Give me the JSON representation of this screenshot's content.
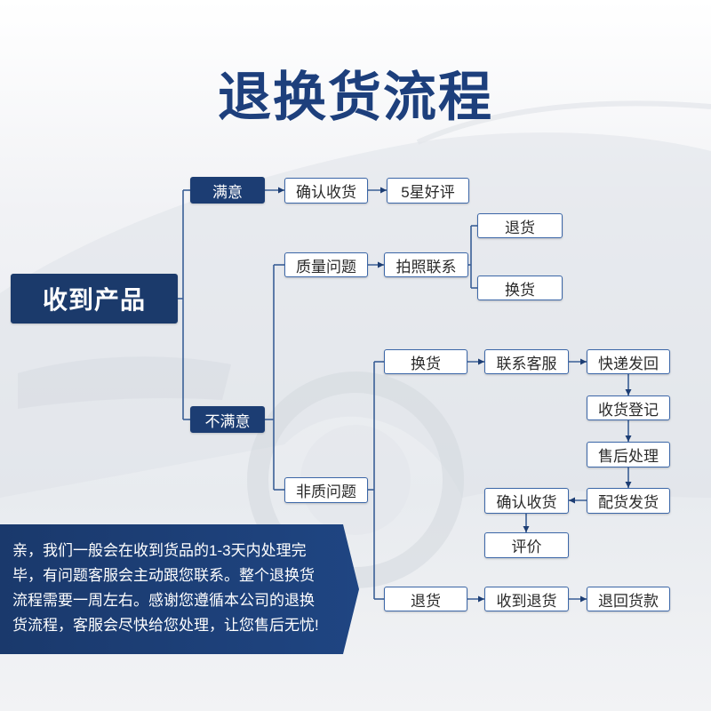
{
  "title": "退换货流程",
  "colors": {
    "title_blue": "#1d3f7c",
    "navy": "#1c3d73",
    "box_border": "#3c67a8",
    "connector": "#3a5f96",
    "box_text": "#2a2a2a",
    "background": "#eef0f3"
  },
  "nodes": {
    "received_product": "收到产品",
    "satisfied": "满意",
    "confirm_receipt_1": "确认收货",
    "five_star_review": "5星好评",
    "quality_issue": "质量问题",
    "photo_contact": "拍照联系",
    "return_1": "退货",
    "exchange_1": "换货",
    "unsatisfied": "不满意",
    "non_quality_issue": "非质问题",
    "exchange_2": "换货",
    "contact_service": "联系客服",
    "express_return": "快递发回",
    "receipt_registration": "收货登记",
    "after_sales_processing": "售后处理",
    "ship_goods": "配货发货",
    "confirm_receipt_2": "确认收货",
    "review": "评价",
    "return_2": "退货",
    "receive_return": "收到退货",
    "refund": "退回货款"
  },
  "note": {
    "lines": [
      "亲，我们一般会在收到货品的1-3天内处理完",
      "毕，有问题客服会主动跟您联系。整个退换货",
      "流程需要一周左右。感谢您遵循本公司的退换",
      "货流程，客服会尽快给您处理，让您售后无忧!"
    ]
  }
}
